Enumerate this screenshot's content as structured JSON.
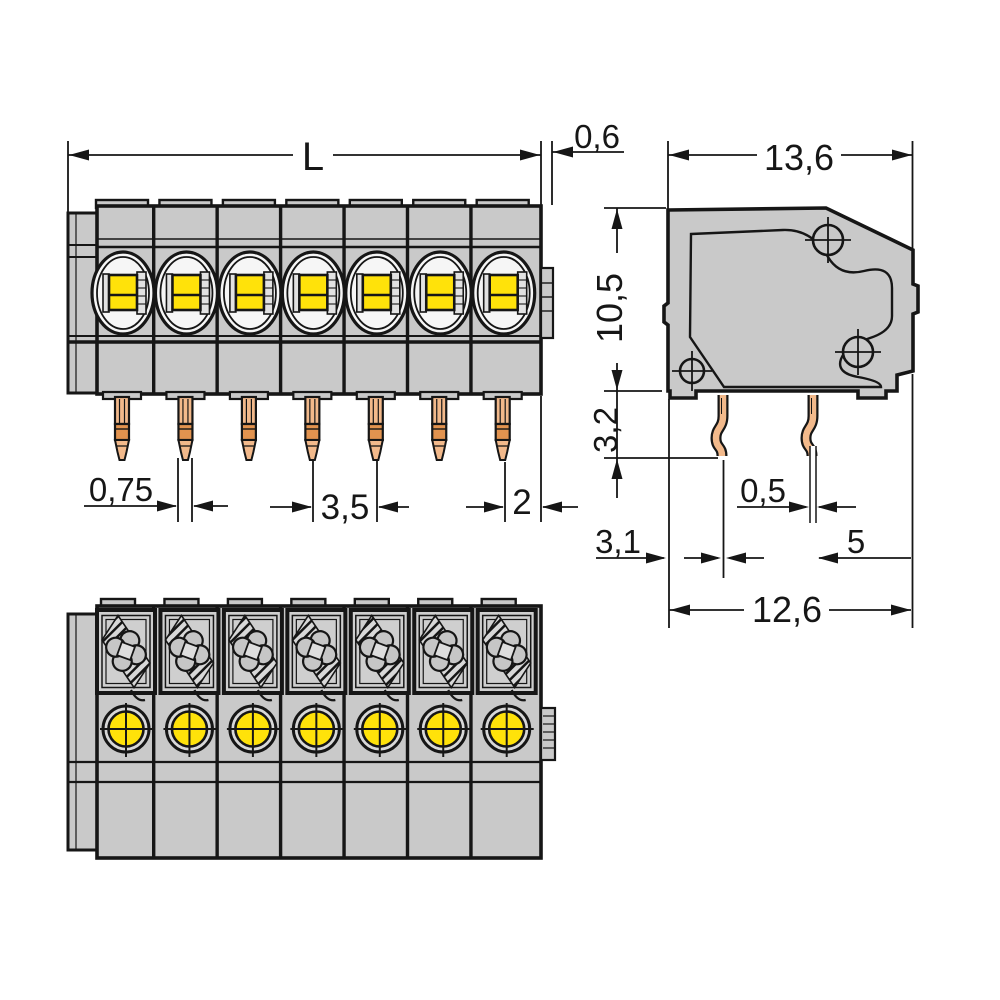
{
  "front_view": {
    "pole_count": 7,
    "dim_length": "L",
    "dim_end_plate": "0,6",
    "dim_pin_width": "0,75",
    "dim_pitch": "3,5",
    "dim_edge": "2"
  },
  "side_view": {
    "dim_width": "13,6",
    "dim_height": "10,5",
    "dim_pin_length": "3,2",
    "dim_pin_thickness": "0,5",
    "dim_offset": "3,1",
    "dim_spacing": "5",
    "dim_depth": "12,6"
  },
  "top_view": {
    "pole_count": 7
  },
  "colors": {
    "background": "#ffffff",
    "body_gray": "#c9c9c9",
    "panel_light": "#f6f6f6",
    "inset_gray": "#e2e2e2",
    "square_gray": "#cfcfcf",
    "hatch_bg": "#d8d8d8",
    "clover_gray": "#c6c6c6",
    "ring_gray": "#d8d8d8",
    "actuator_yellow": "#ffe20a",
    "copper_light": "#f2b98b",
    "copper_mid": "#e2934f",
    "outline": "#161616"
  }
}
